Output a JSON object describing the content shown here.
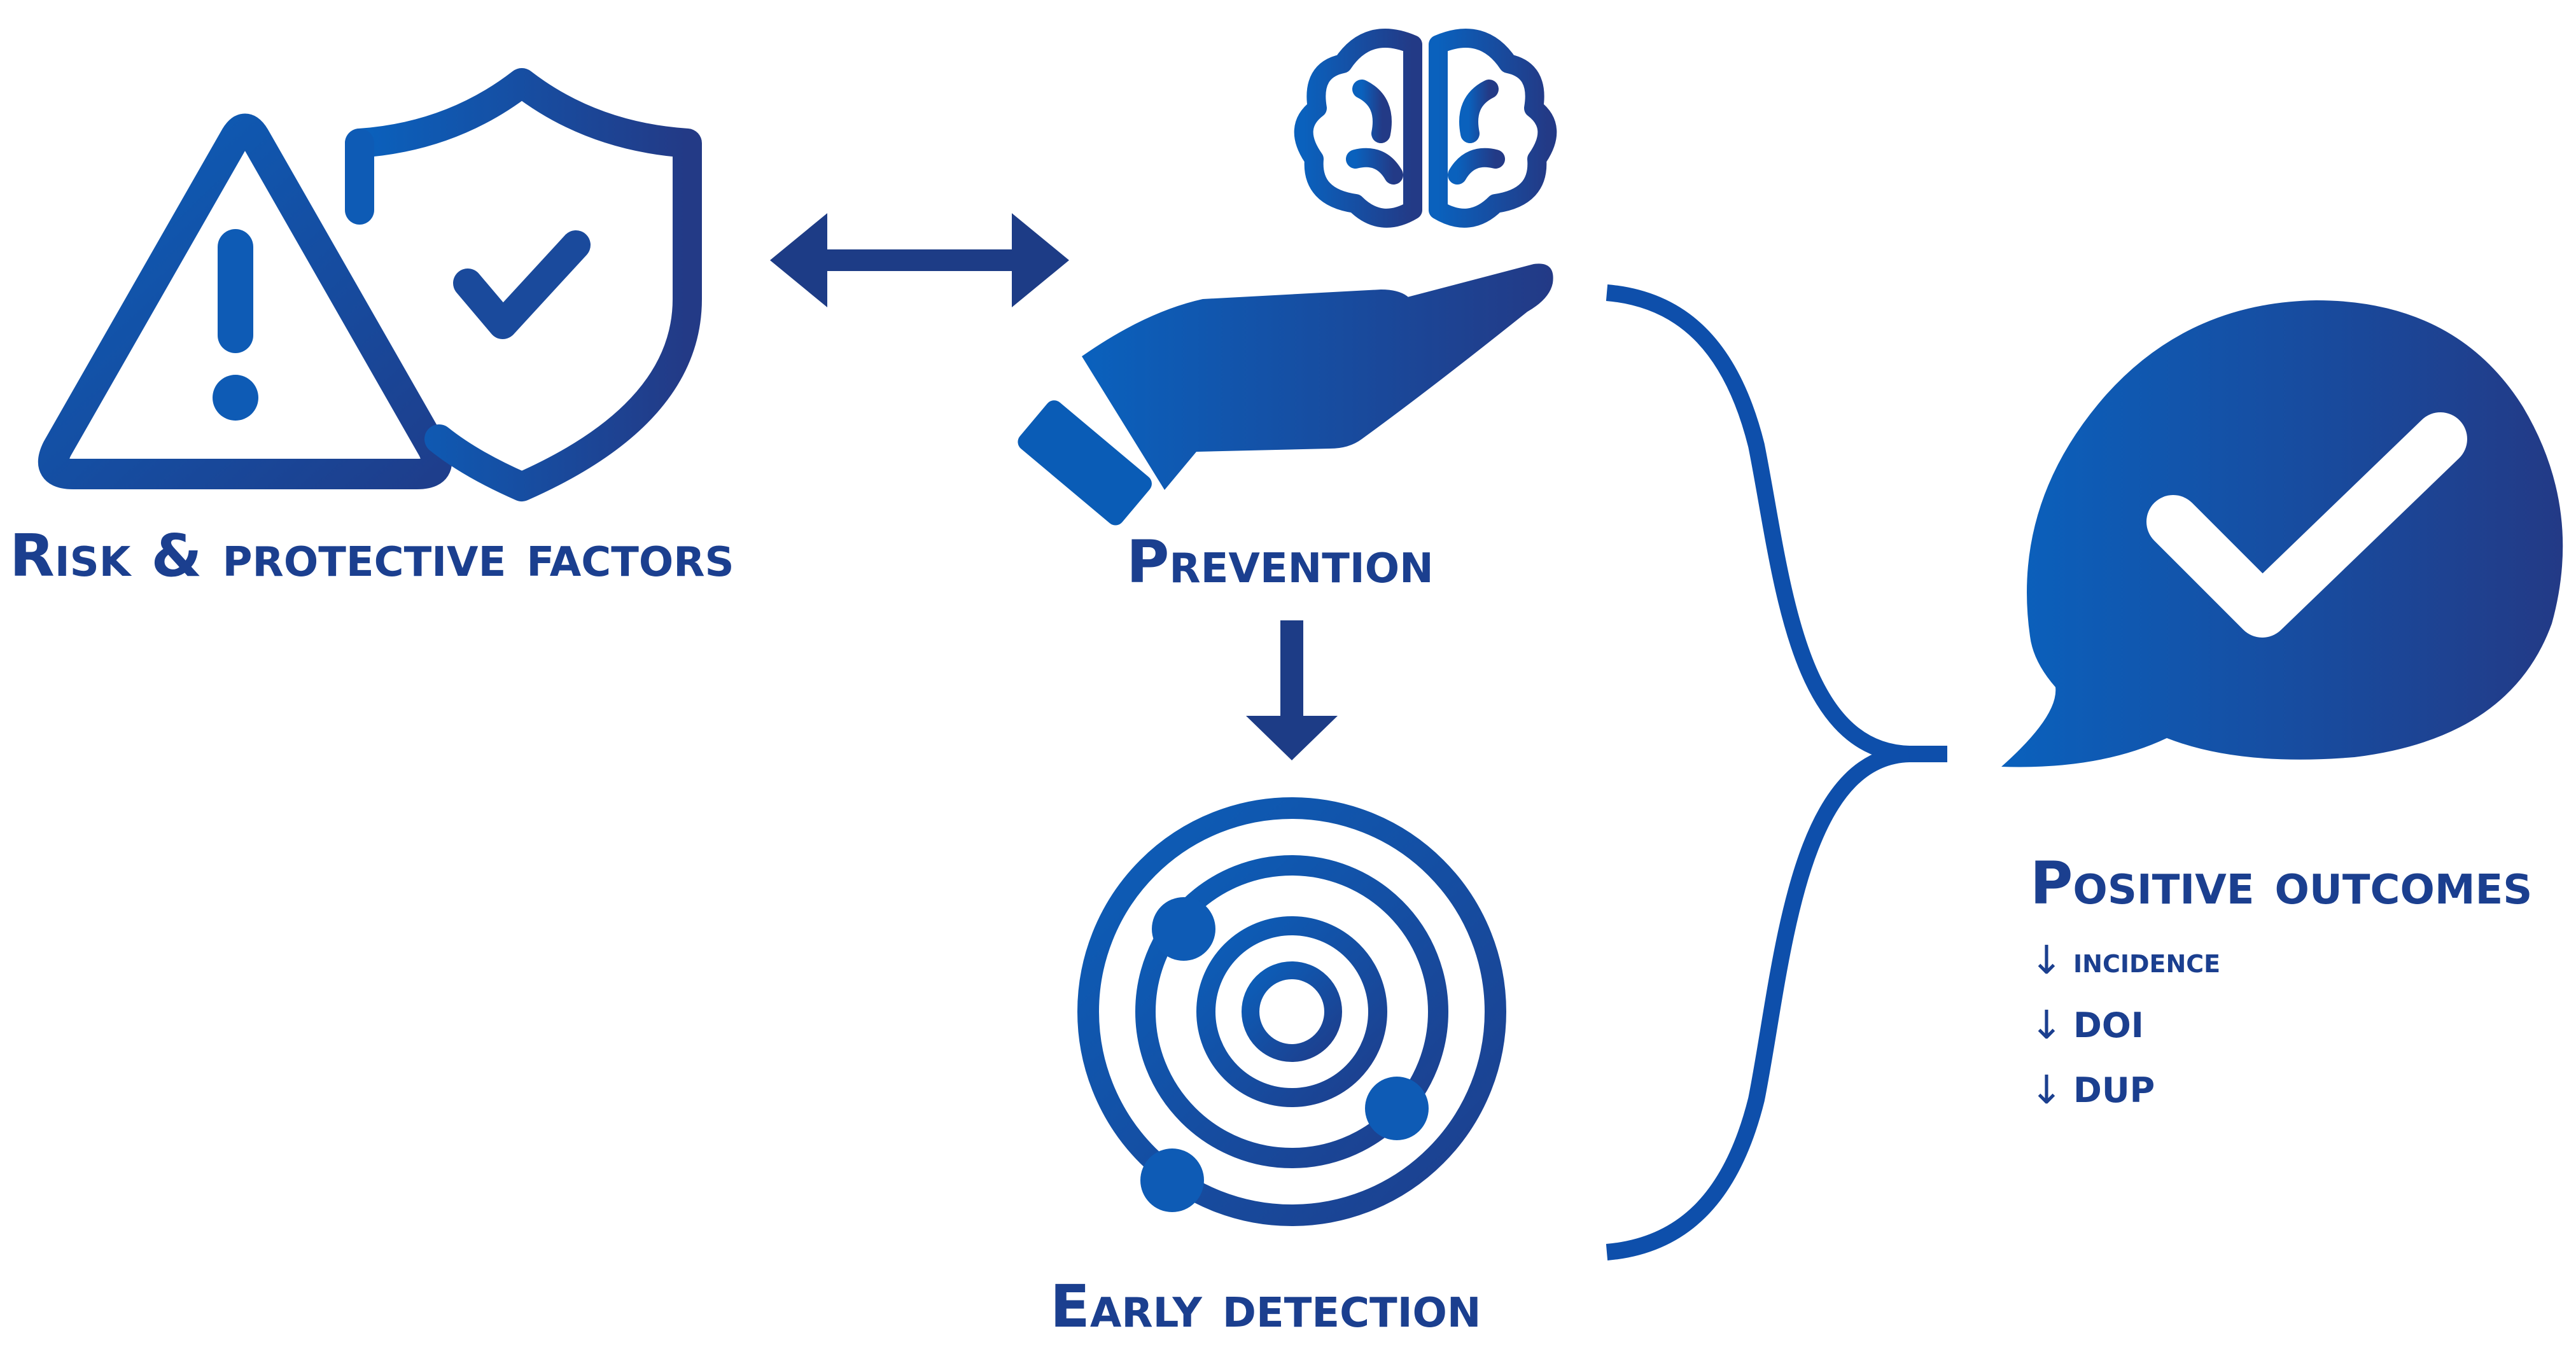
{
  "colors": {
    "primary_dark": "#1d3c86",
    "primary": "#0e5bb5",
    "text": "#1b3f8f"
  },
  "nodes": {
    "risk": {
      "label": "Risk & protective factors",
      "icons": [
        "warning-triangle-icon",
        "shield-check-icon"
      ]
    },
    "prevention": {
      "label": "Prevention",
      "icons": [
        "hand-icon",
        "brain-icon"
      ]
    },
    "detection": {
      "label": "Early detection",
      "icons": [
        "radar-icon"
      ]
    },
    "outcomes": {
      "label": "Positive outcomes",
      "icons": [
        "speech-bubble-check-icon"
      ],
      "items": [
        {
          "arrow": "↓",
          "text": "incidence"
        },
        {
          "arrow": "↓",
          "text": "DOI"
        },
        {
          "arrow": "↓",
          "text": "DUP"
        }
      ]
    }
  },
  "connectors": [
    {
      "from": "risk",
      "to": "prevention",
      "type": "bidirectional-arrow"
    },
    {
      "from": "prevention",
      "to": "detection",
      "type": "down-arrow"
    },
    {
      "from": "prevention",
      "to": "outcomes",
      "type": "brace"
    },
    {
      "from": "detection",
      "to": "outcomes",
      "type": "brace"
    }
  ]
}
